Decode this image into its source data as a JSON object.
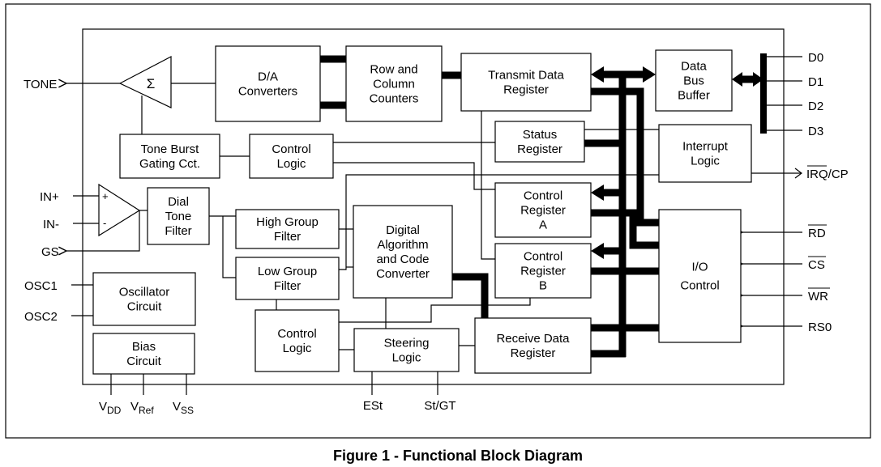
{
  "blocks": {
    "da": [
      "D/A",
      "Converters"
    ],
    "counters": [
      "Row and",
      "Column",
      "Counters"
    ],
    "transmit": [
      "Transmit Data",
      "Register"
    ],
    "databus": [
      "Data",
      "Bus",
      "Buffer"
    ],
    "status": [
      "Status",
      "Register"
    ],
    "interrupt": [
      "Interrupt",
      "Logic"
    ],
    "toneburst": [
      "Tone Burst",
      "Gating Cct."
    ],
    "control_top": [
      "Control",
      "Logic"
    ],
    "ctrl_reg_a": [
      "Control",
      "Register",
      "A"
    ],
    "ctrl_reg_b": [
      "Control",
      "Register",
      "B"
    ],
    "io": [
      "I/O",
      "Control"
    ],
    "dialtone": [
      "Dial",
      "Tone",
      "Filter"
    ],
    "highgroup": [
      "High Group",
      "Filter"
    ],
    "digital": [
      "Digital",
      "Algorithm",
      "and Code",
      "Converter"
    ],
    "lowgroup": [
      "Low Group",
      "Filter"
    ],
    "oscillator": [
      "Oscillator",
      "Circuit"
    ],
    "bias": [
      "Bias",
      "Circuit"
    ],
    "control_bottom": [
      "Control",
      "Logic"
    ],
    "steering": [
      "Steering",
      "Logic"
    ],
    "receive": [
      "Receive Data",
      "Register"
    ],
    "sum_symbol": "Σ",
    "plus": "+",
    "minus": "-"
  },
  "pins": {
    "tone": "TONE",
    "in_plus": "IN+",
    "in_minus": "IN-",
    "gs": "GS",
    "osc1": "OSC1",
    "osc2": "OSC2",
    "vdd": {
      "base": "V",
      "sub": "DD"
    },
    "vref": {
      "base": "V",
      "sub": "Ref"
    },
    "vss": {
      "base": "V",
      "sub": "SS"
    },
    "est": "ESt",
    "stgt": "St/GT",
    "d0": "D0",
    "d1": "D1",
    "d2": "D2",
    "d3": "D3",
    "irq": "IRQ/CP",
    "rd": "RD",
    "cs": "CS",
    "wr": "WR",
    "rs0": "RS0"
  },
  "caption": "Figure 1 - Functional Block Diagram"
}
